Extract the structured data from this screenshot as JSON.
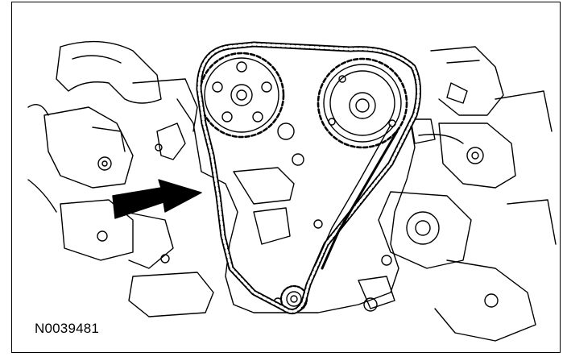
{
  "figure": {
    "id_label": "N0039481"
  },
  "colors": {
    "line": "#000000",
    "background": "#ffffff",
    "arrow": "#000000"
  },
  "parts": {
    "arrow": "pointing-arrow",
    "chain": "timing-chain",
    "left_sprocket": "intake-camshaft-sprocket",
    "right_sprocket": "exhaust-camshaft-phaser",
    "crank_sprocket": "crankshaft-sprocket"
  }
}
